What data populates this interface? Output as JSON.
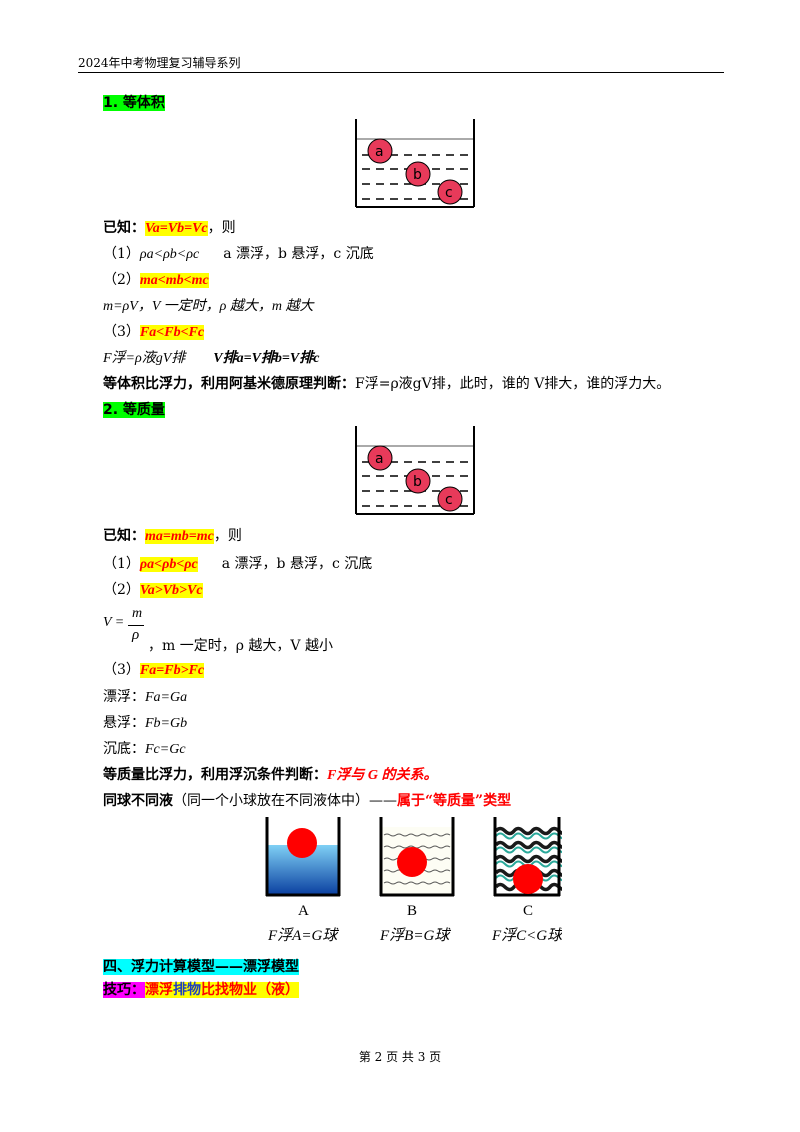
{
  "header": {
    "title": "2024年中考物理复习辅导系列"
  },
  "section1": {
    "heading": "1. 等体积",
    "known_prefix": "已知：",
    "known_value": "Va=Vb=Vc",
    "known_suffix": "，则",
    "item1_prefix": "（1）",
    "item1_rel": "ρa<ρb<ρc",
    "item1_desc": "a 漂浮，b 悬浮，c 沉底",
    "item2_prefix": "（2）",
    "item2_rel": "ma<mb<mc",
    "formula_line": "m=ρV，V 一定时，ρ 越大，m 越大",
    "item3_prefix": "（3）",
    "item3_rel": "Fa<Fb<Fc",
    "buoyancy_formula": "F浮=ρ液gV排",
    "displaced_eq": "V排a=V排b=V排c",
    "conclusion_bold": "等体积比浮力，利用阿基米德原理判断：",
    "conclusion_rest": "F浮=ρ液gV排，此时，谁的 V排大，谁的浮力大。"
  },
  "section2": {
    "heading": "2. 等质量",
    "known_prefix": "已知：",
    "known_value": "ma=mb=mc",
    "known_suffix": "，则",
    "item1_prefix": "（1）",
    "item1_rel": "ρa<ρb<ρc",
    "item1_desc": "a 漂浮，b 悬浮，c 沉底",
    "item2_prefix": "（2）",
    "item2_rel": "Va>Vb>Vc",
    "v_formula_lhs": "V =",
    "v_formula_num": "m",
    "v_formula_den": "ρ",
    "v_formula_text": "，m 一定时，ρ 越大，V 越小",
    "item3_prefix": "（3）",
    "item3_rel": "Fa=Fb>Fc",
    "float_label": "漂浮：",
    "float_eq": "Fa=Ga",
    "suspend_label": "悬浮：",
    "suspend_eq": "Fb=Gb",
    "sink_label": "沉底：",
    "sink_eq": "Fc=Gc",
    "conclusion_bold": "等质量比浮力，利用浮沉条件判断：",
    "conclusion_red": "F浮与 G 的关系。"
  },
  "same_ball": {
    "title_bold": "同球不同液",
    "title_paren": "（同一个小球放在不同液体中）——",
    "title_red": "属于“等质量”类型",
    "labels": [
      "A",
      "B",
      "C"
    ],
    "captions": [
      "F浮A=G球",
      "F浮B=G球",
      "F浮C<G球"
    ]
  },
  "section4": {
    "heading": "四、浮力计算模型——漂浮模型",
    "tip_label": "技巧：",
    "tip_part1": "漂浮",
    "tip_part2": "排物",
    "tip_part3": "比找物业（液）"
  },
  "footer": {
    "text": "第 2 页 共 3 页"
  },
  "colors": {
    "highlight_green": "#00ff00",
    "highlight_yellow": "#ffff00",
    "highlight_cyan": "#00ffff",
    "highlight_magenta": "#ff00ff",
    "ball_red": "#ff0000",
    "ball_pink": "#e83a5a"
  },
  "ball_labels": [
    "a",
    "b",
    "c"
  ]
}
